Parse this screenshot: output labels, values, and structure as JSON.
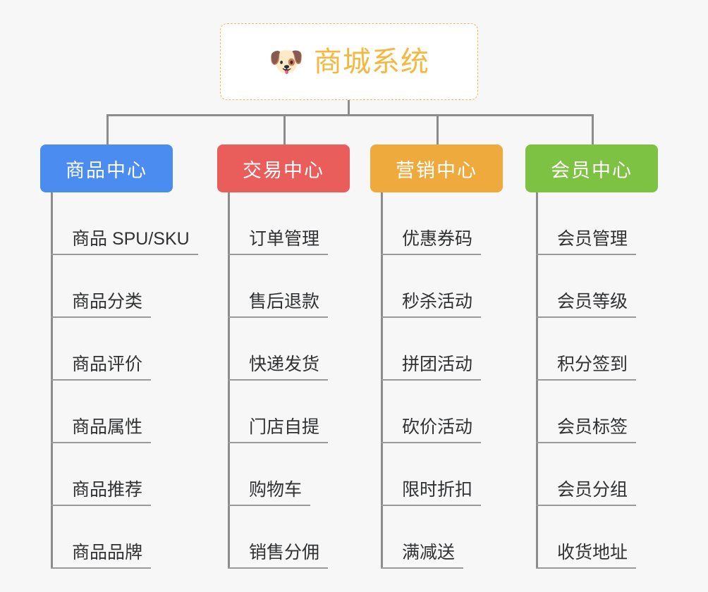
{
  "root": {
    "icon": "dog-face-emoji",
    "icon_glyph": "🐶",
    "title": "商城系统",
    "color": "#f5b73d",
    "border_color": "#f0b95a",
    "background": "#ffffff"
  },
  "canvas": {
    "background": "#f7f7f7",
    "connector_color": "#8c8c8c",
    "leaf_underline_color": "#9a9a9a",
    "leaf_text_color": "#303133"
  },
  "branches": [
    {
      "label": "商品中心",
      "color": "#4a8cf0",
      "leaves": [
        "商品 SPU/SKU",
        "商品分类",
        "商品评价",
        "商品属性",
        "商品推荐",
        "商品品牌"
      ]
    },
    {
      "label": "交易中心",
      "color": "#e95d5a",
      "leaves": [
        "订单管理",
        "售后退款",
        "快递发货",
        "门店自提",
        "购物车",
        "销售分佣"
      ]
    },
    {
      "label": "营销中心",
      "color": "#eeaa3c",
      "leaves": [
        "优惠券码",
        "秒杀活动",
        "拼团活动",
        "砍价活动",
        "限时折扣",
        "满减送"
      ]
    },
    {
      "label": "会员中心",
      "color": "#7dc242",
      "leaves": [
        "会员管理",
        "会员等级",
        "积分签到",
        "会员标签",
        "会员分组",
        "收货地址"
      ]
    }
  ]
}
